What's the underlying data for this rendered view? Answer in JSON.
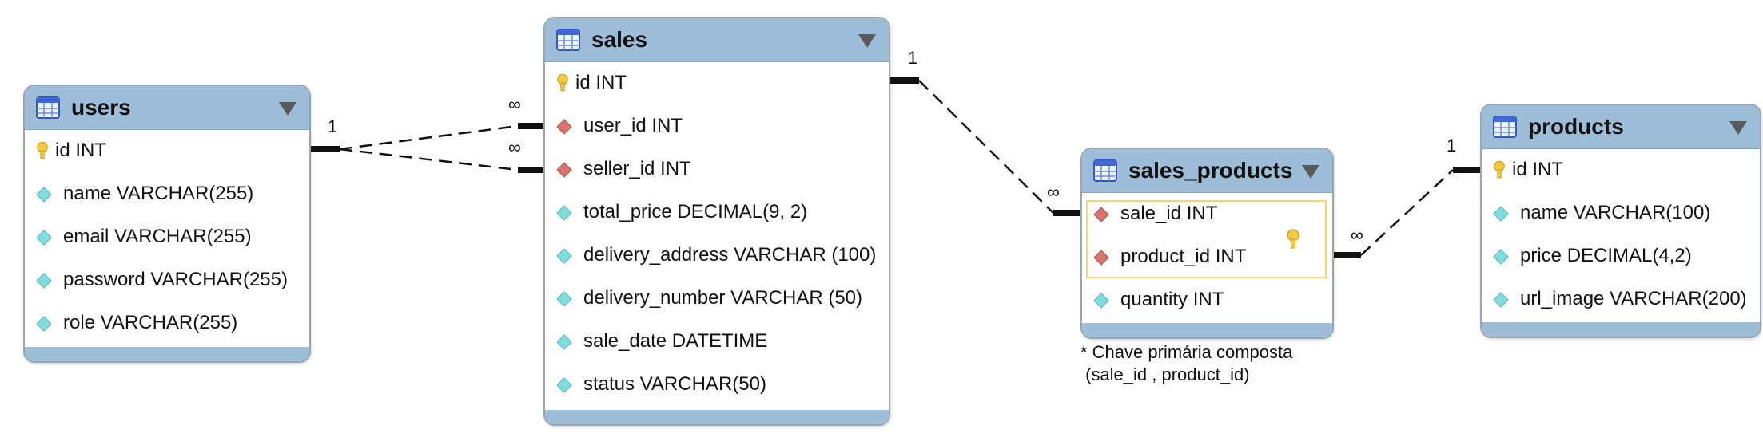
{
  "tables": {
    "users": {
      "title": "users",
      "columns": [
        {
          "text": "id INT",
          "kind": "pk"
        },
        {
          "text": "name VARCHAR(255)",
          "kind": "attr"
        },
        {
          "text": "email VARCHAR(255)",
          "kind": "attr"
        },
        {
          "text": "password VARCHAR(255)",
          "kind": "attr"
        },
        {
          "text": "role VARCHAR(255)",
          "kind": "attr"
        }
      ]
    },
    "sales": {
      "title": "sales",
      "columns": [
        {
          "text": "id INT",
          "kind": "pk"
        },
        {
          "text": "user_id INT",
          "kind": "fk"
        },
        {
          "text": "seller_id INT",
          "kind": "fk"
        },
        {
          "text": "total_price DECIMAL(9, 2)",
          "kind": "attr"
        },
        {
          "text": "delivery_address VARCHAR (100)",
          "kind": "attr"
        },
        {
          "text": "delivery_number VARCHAR  (50)",
          "kind": "attr"
        },
        {
          "text": "sale_date DATETIME",
          "kind": "attr"
        },
        {
          "text": "status VARCHAR(50)",
          "kind": "attr"
        }
      ]
    },
    "sales_products": {
      "title": "sales_products",
      "columns": [
        {
          "text": "sale_id INT",
          "kind": "fk"
        },
        {
          "text": "product_id INT",
          "kind": "fk"
        },
        {
          "text": "quantity INT",
          "kind": "attr"
        }
      ]
    },
    "products": {
      "title": "products",
      "columns": [
        {
          "text": "id INT",
          "kind": "pk"
        },
        {
          "text": "name VARCHAR(100)",
          "kind": "attr"
        },
        {
          "text": "price DECIMAL(4,2)",
          "kind": "attr"
        },
        {
          "text": "url_image VARCHAR(200)",
          "kind": "attr"
        }
      ]
    }
  },
  "relationships": [
    {
      "from": "users",
      "to": "sales (user_id)",
      "from_label": "1",
      "to_label": "∞"
    },
    {
      "from": "users",
      "to": "sales (seller_id)",
      "from_label": "",
      "to_label": "∞"
    },
    {
      "from": "sales",
      "to": "sales_products",
      "from_label": "1",
      "to_label": "∞"
    },
    {
      "from": "products",
      "to": "sales_products",
      "from_label": "1",
      "to_label": "∞"
    }
  ],
  "note": "* Chave primária composta\n (sale_id , product_id)",
  "icons": {
    "table": "table-grid-icon",
    "pk": "key-icon",
    "fk": "red-diamond-icon",
    "attr": "cyan-diamond-icon",
    "caret": "caret-down-icon"
  },
  "colors": {
    "header": "#9dbdd8",
    "pk_key": "#f5c842",
    "fk_diamond": "#d9746e",
    "attr_diamond": "#7fdde0",
    "composite_border": "#f5d76e"
  }
}
